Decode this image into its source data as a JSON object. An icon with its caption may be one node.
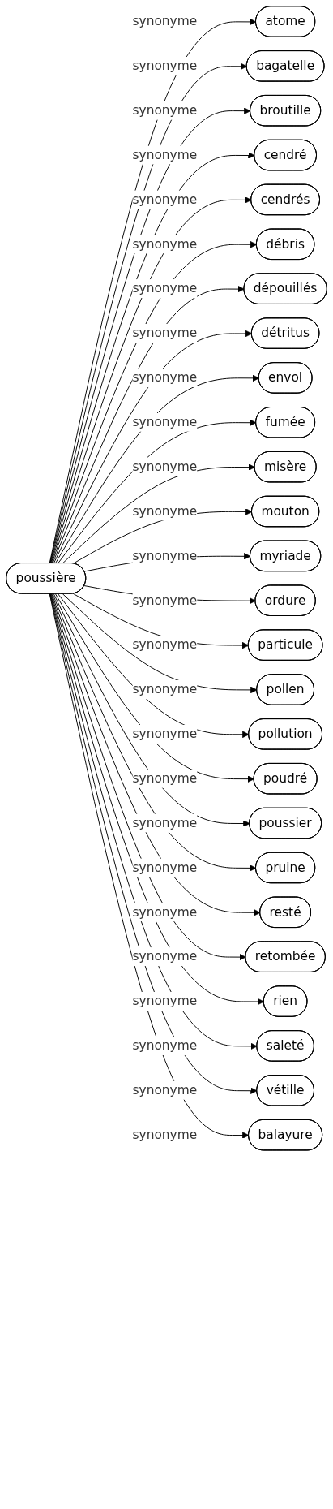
{
  "diagram": {
    "nodes": [
      {
        "text": [
          "poussière"
        ]
      },
      {
        "text": [
          "atome"
        ]
      },
      {
        "text": [
          "bagatelle"
        ]
      },
      {
        "text": [
          "broutille"
        ]
      },
      {
        "text": [
          "cendré"
        ]
      },
      {
        "text": [
          "cendrés"
        ]
      },
      {
        "text": [
          "débris"
        ]
      },
      {
        "text": [
          "dépouillés"
        ]
      },
      {
        "text": [
          "détritus"
        ]
      },
      {
        "text": [
          "envol"
        ]
      },
      {
        "text": [
          "fumée"
        ]
      },
      {
        "text": [
          "misère"
        ]
      },
      {
        "text": [
          "mouton"
        ]
      },
      {
        "text": [
          "myriade"
        ]
      },
      {
        "text": [
          "ordure"
        ]
      },
      {
        "text": [
          "particule"
        ]
      },
      {
        "text": [
          "pollen"
        ]
      },
      {
        "text": [
          "pollution"
        ]
      },
      {
        "text": [
          "poudré"
        ]
      },
      {
        "text": [
          "poussier"
        ]
      },
      {
        "text": [
          "pruine"
        ]
      },
      {
        "text": [
          "resté"
        ]
      },
      {
        "text": [
          "retombée"
        ]
      },
      {
        "text": [
          "rien"
        ]
      },
      {
        "text": [
          "saleté"
        ]
      },
      {
        "text": [
          "vétille"
        ]
      },
      {
        "text": [
          "balayure"
        ]
      }
    ],
    "edges": [
      {
        "from": 0,
        "to": 1,
        "arrow": "to",
        "label": "synonyme"
      },
      {
        "from": 0,
        "to": 2,
        "arrow": "to",
        "label": "synonyme"
      },
      {
        "from": 0,
        "to": 3,
        "arrow": "to",
        "label": "synonyme"
      },
      {
        "from": 0,
        "to": 4,
        "arrow": "to",
        "label": "synonyme"
      },
      {
        "from": 0,
        "to": 5,
        "arrow": "to",
        "label": "synonyme"
      },
      {
        "from": 0,
        "to": 6,
        "arrow": "to",
        "label": "synonyme"
      },
      {
        "from": 0,
        "to": 7,
        "arrow": "to",
        "label": "synonyme"
      },
      {
        "from": 0,
        "to": 8,
        "arrow": "to",
        "label": "synonyme"
      },
      {
        "from": 0,
        "to": 9,
        "arrow": "to",
        "label": "synonyme"
      },
      {
        "from": 0,
        "to": 10,
        "arrow": "to",
        "label": "synonyme"
      },
      {
        "from": 0,
        "to": 11,
        "arrow": "to",
        "label": "synonyme"
      },
      {
        "from": 0,
        "to": 12,
        "arrow": "to",
        "label": "synonyme"
      },
      {
        "from": 0,
        "to": 13,
        "arrow": "to",
        "label": "synonyme"
      },
      {
        "from": 0,
        "to": 14,
        "arrow": "to",
        "label": "synonyme"
      },
      {
        "from": 0,
        "to": 15,
        "arrow": "to",
        "label": "synonyme"
      },
      {
        "from": 0,
        "to": 16,
        "arrow": "to",
        "label": "synonyme"
      },
      {
        "from": 0,
        "to": 17,
        "arrow": "to",
        "label": "synonyme"
      },
      {
        "from": 0,
        "to": 18,
        "arrow": "to",
        "label": "synonyme"
      },
      {
        "from": 0,
        "to": 19,
        "arrow": "to",
        "label": "synonyme"
      },
      {
        "from": 0,
        "to": 20,
        "arrow": "to",
        "label": "synonyme"
      },
      {
        "from": 0,
        "to": 21,
        "arrow": "to",
        "label": "synonyme"
      },
      {
        "from": 0,
        "to": 22,
        "arrow": "to",
        "label": "synonyme"
      },
      {
        "from": 0,
        "to": 23,
        "arrow": "to",
        "label": "synonyme"
      },
      {
        "from": 0,
        "to": 24,
        "arrow": "to",
        "label": "synonyme"
      },
      {
        "from": 0,
        "to": 25,
        "arrow": "to",
        "label": "synonyme"
      },
      {
        "from": 0,
        "to": 26,
        "arrow": "to",
        "label": "synonyme"
      }
    ]
  }
}
